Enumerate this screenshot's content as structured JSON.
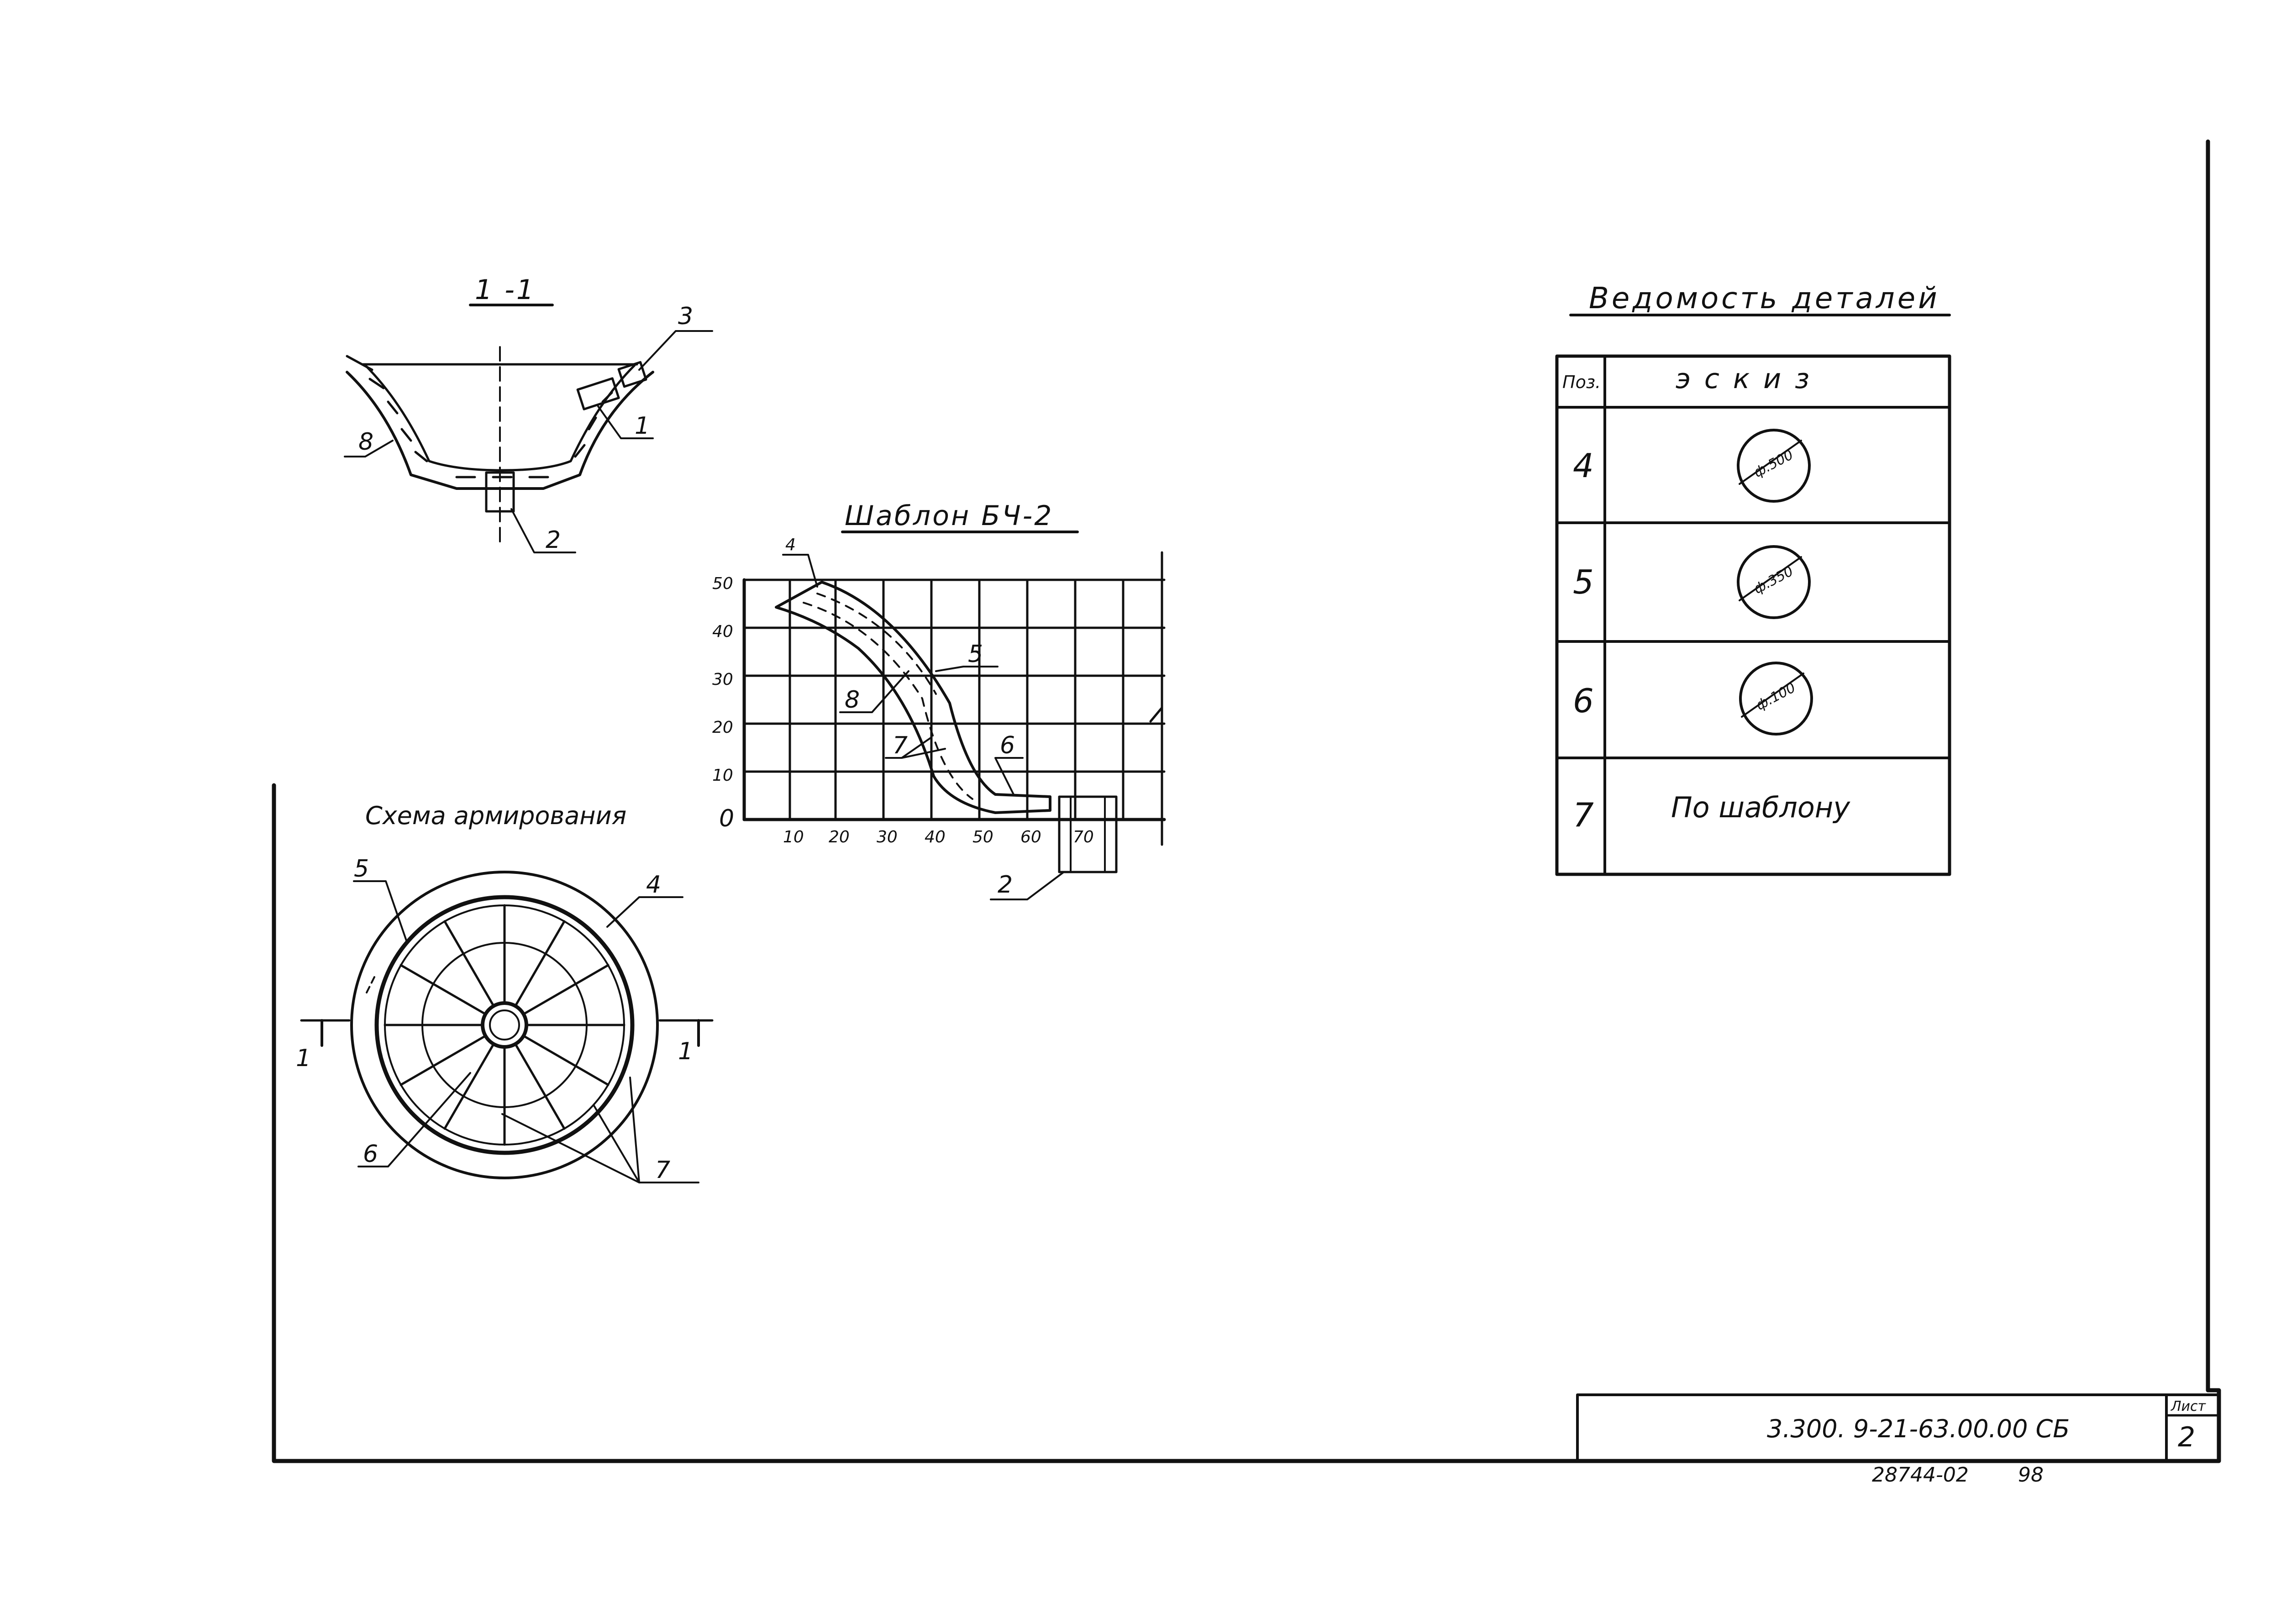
{
  "section_view": {
    "title": "1 -1",
    "callouts": [
      "3",
      "1",
      "8",
      "2"
    ]
  },
  "reinforcement_scheme": {
    "title": "Схема армирования",
    "callouts": [
      "5",
      "4",
      "6",
      "7"
    ],
    "cut_marks": [
      "1",
      "1"
    ]
  },
  "template": {
    "title": "Шаблон БЧ-2",
    "y_ticks": [
      "50",
      "40",
      "30",
      "20",
      "10",
      "0"
    ],
    "x_ticks": [
      "10",
      "20",
      "30",
      "40",
      "50",
      "60",
      "70"
    ],
    "callouts": [
      "4",
      "5",
      "8",
      "7",
      "6",
      "2"
    ]
  },
  "parts_list": {
    "title": "Ведомость деталей",
    "headers": {
      "pos": "Поз.",
      "sketch": "эскиз"
    },
    "rows": [
      {
        "pos": "4",
        "dim": "ф.500",
        "text": ""
      },
      {
        "pos": "5",
        "dim": "ф.350",
        "text": ""
      },
      {
        "pos": "6",
        "dim": "ф.100",
        "text": ""
      },
      {
        "pos": "7",
        "dim": "",
        "text": "По шаблону"
      }
    ]
  },
  "title_block": {
    "doc_code": "3.300. 9-21-63.00.00 СБ",
    "sheet_label": "Лист",
    "sheet_number": "2"
  },
  "footer": {
    "inventory": "28744-02",
    "format": "98"
  }
}
